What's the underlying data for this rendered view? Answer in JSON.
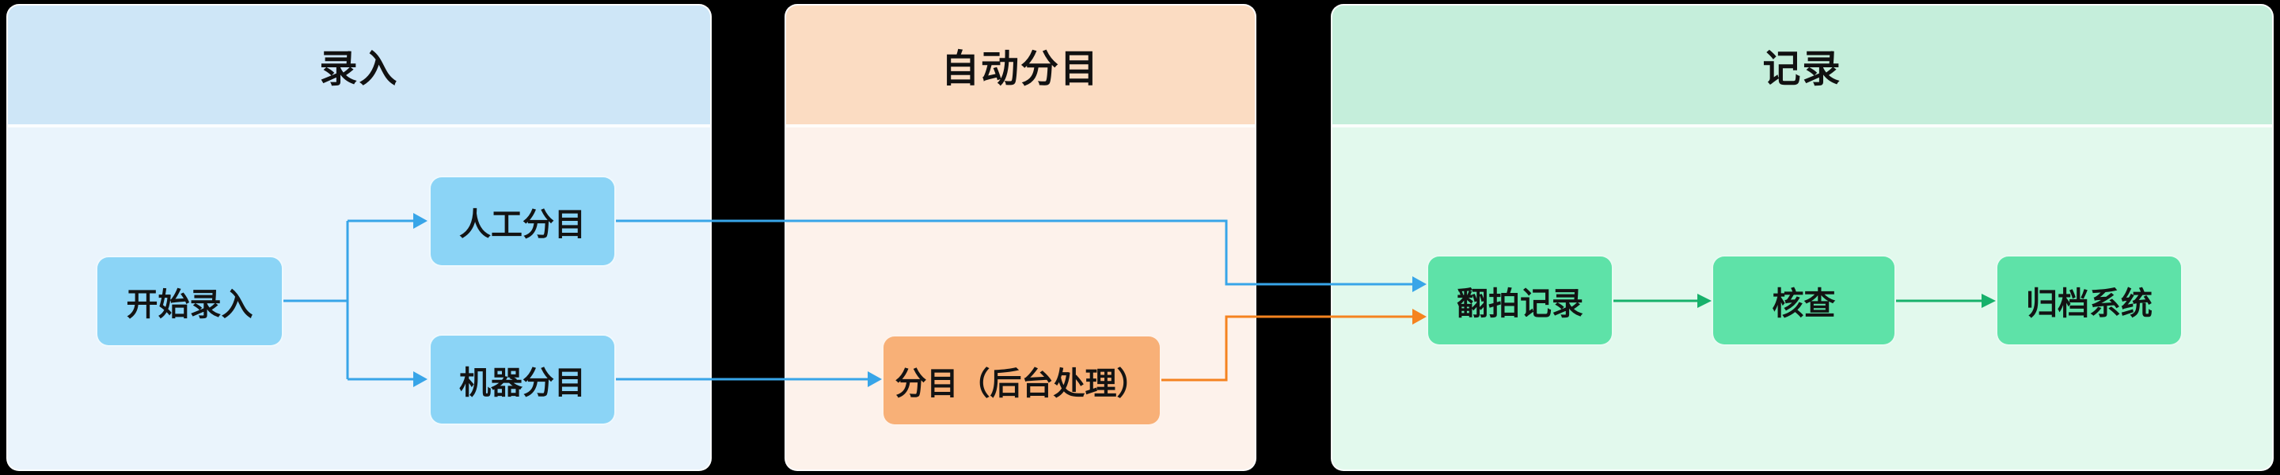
{
  "lanes": [
    {
      "id": "entry",
      "title": "录入"
    },
    {
      "id": "auto",
      "title": "自动分目"
    },
    {
      "id": "record",
      "title": "记录"
    }
  ],
  "nodes": {
    "start": {
      "label": "开始录入"
    },
    "manual": {
      "label": "人工分目"
    },
    "machine": {
      "label": "机器分目"
    },
    "autocat": {
      "label": "分目（后台处理）"
    },
    "reshoot": {
      "label": "翻拍记录"
    },
    "check": {
      "label": "核查"
    },
    "archive": {
      "label": "归档系统"
    }
  },
  "edges": [
    {
      "from": "start",
      "to": "manual",
      "color": "#38A5E8"
    },
    {
      "from": "start",
      "to": "machine",
      "color": "#38A5E8"
    },
    {
      "from": "manual",
      "to": "reshoot",
      "color": "#38A5E8"
    },
    {
      "from": "machine",
      "to": "autocat",
      "color": "#38A5E8"
    },
    {
      "from": "autocat",
      "to": "reshoot",
      "color": "#F5831F"
    },
    {
      "from": "reshoot",
      "to": "check",
      "color": "#17B16B"
    },
    {
      "from": "check",
      "to": "archive",
      "color": "#17B16B"
    }
  ],
  "palette": {
    "background": "#000000",
    "lane_entry_header": "#CEE6F7",
    "lane_entry_body": "#EAF4FC",
    "lane_auto_header": "#FBDCC2",
    "lane_auto_body": "#FDF2EB",
    "lane_record_header": "#C5EEDB",
    "lane_record_body": "#E2F9ED",
    "node_blue": "#8BD4F6",
    "node_orange": "#F8B077",
    "node_green": "#5EE2A8",
    "arrow_blue": "#38A5E8",
    "arrow_orange": "#F5831F",
    "arrow_green": "#17B16B",
    "text": "#131313"
  }
}
